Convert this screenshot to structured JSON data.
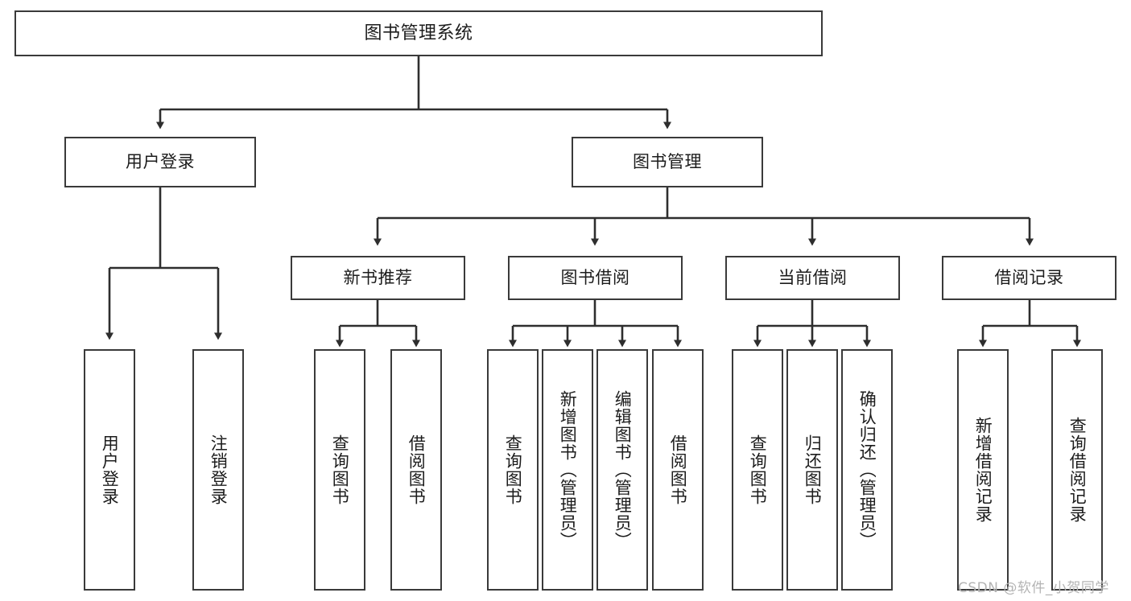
{
  "diagram": {
    "type": "tree",
    "title": "图书管理系统",
    "orientation": "top-down",
    "colors": {
      "box_border": "#3a3a3a",
      "box_fill": "#ffffff",
      "edge": "#2e2e2e",
      "text": "#1c1c1c",
      "watermark": "#b4b4b4",
      "background": "#ffffff"
    }
  },
  "nodes": {
    "root": {
      "label": "图书管理系统"
    },
    "level2": [
      {
        "id": "user-login",
        "label": "用户登录"
      },
      {
        "id": "book-manage",
        "label": "图书管理"
      }
    ],
    "level3": [
      {
        "id": "new-book-recommend",
        "label": "新书推荐"
      },
      {
        "id": "book-borrow",
        "label": "图书借阅"
      },
      {
        "id": "current-borrow",
        "label": "当前借阅"
      },
      {
        "id": "borrow-record",
        "label": "借阅记录"
      }
    ],
    "leaves": [
      {
        "id": "leaf-user-login",
        "label": "用户登录",
        "parent": "user-login"
      },
      {
        "id": "leaf-user-logout",
        "label": "注销登录",
        "parent": "user-login"
      },
      {
        "id": "leaf-query-book-1",
        "label": "查询图书",
        "parent": "new-book-recommend"
      },
      {
        "id": "leaf-borrow-book-1",
        "label": "借阅图书",
        "parent": "new-book-recommend"
      },
      {
        "id": "leaf-query-book-2",
        "label": "查询图书",
        "parent": "book-borrow"
      },
      {
        "id": "leaf-add-book",
        "label": "新增图书（管理员）",
        "parent": "book-borrow"
      },
      {
        "id": "leaf-edit-book",
        "label": "编辑图书（管理员）",
        "parent": "book-borrow"
      },
      {
        "id": "leaf-borrow-book-2",
        "label": "借阅图书",
        "parent": "book-borrow"
      },
      {
        "id": "leaf-query-book-3",
        "label": "查询图书",
        "parent": "current-borrow"
      },
      {
        "id": "leaf-return-book",
        "label": "归还图书",
        "parent": "current-borrow"
      },
      {
        "id": "leaf-confirm-return",
        "label": "确认归还（管理员）",
        "parent": "current-borrow"
      },
      {
        "id": "leaf-add-record",
        "label": "新增借阅记录",
        "parent": "borrow-record"
      },
      {
        "id": "leaf-query-record",
        "label": "查询借阅记录",
        "parent": "borrow-record"
      }
    ]
  },
  "watermark": {
    "text": "CSDN @软件_小贺同学"
  }
}
